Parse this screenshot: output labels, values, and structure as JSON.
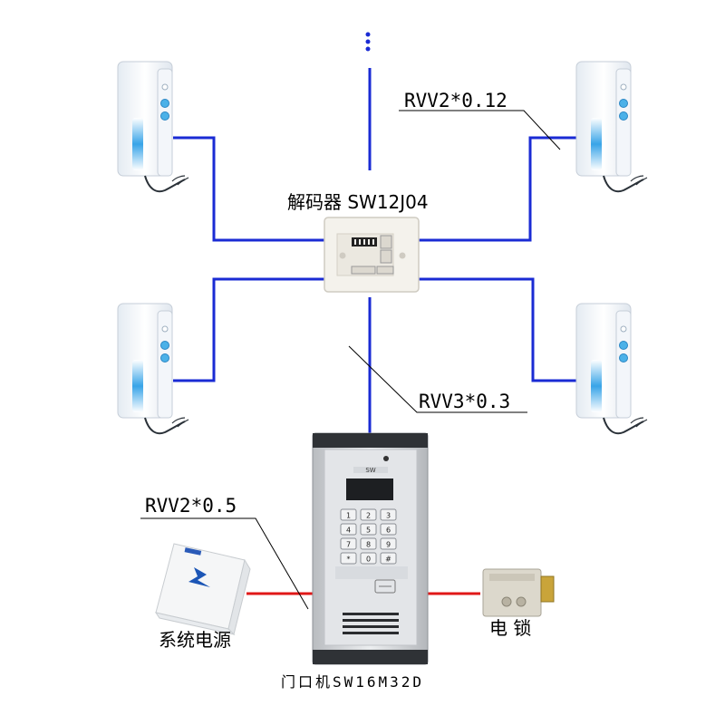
{
  "labels": {
    "decoder": "解码器 SW12J04",
    "cable_handset": "RVV2*0.12",
    "cable_door": "RVV3*0.3",
    "cable_power": "RVV2*0.5",
    "power_supply": "系统电源",
    "lock": "电  锁",
    "door_station": "门口机SW16M32D"
  },
  "door_station": {
    "keys": [
      "1",
      "2",
      "3",
      "4",
      "5",
      "6",
      "7",
      "8",
      "9",
      "*",
      "0",
      "#"
    ]
  },
  "colors": {
    "bus_wire": "#1a2bd4",
    "power_wire": "#e01818",
    "leader": "#000000"
  },
  "icons": {
    "continuation": "vertical-ellipsis-icon",
    "power_logo": "lightning-bolt-icon"
  }
}
